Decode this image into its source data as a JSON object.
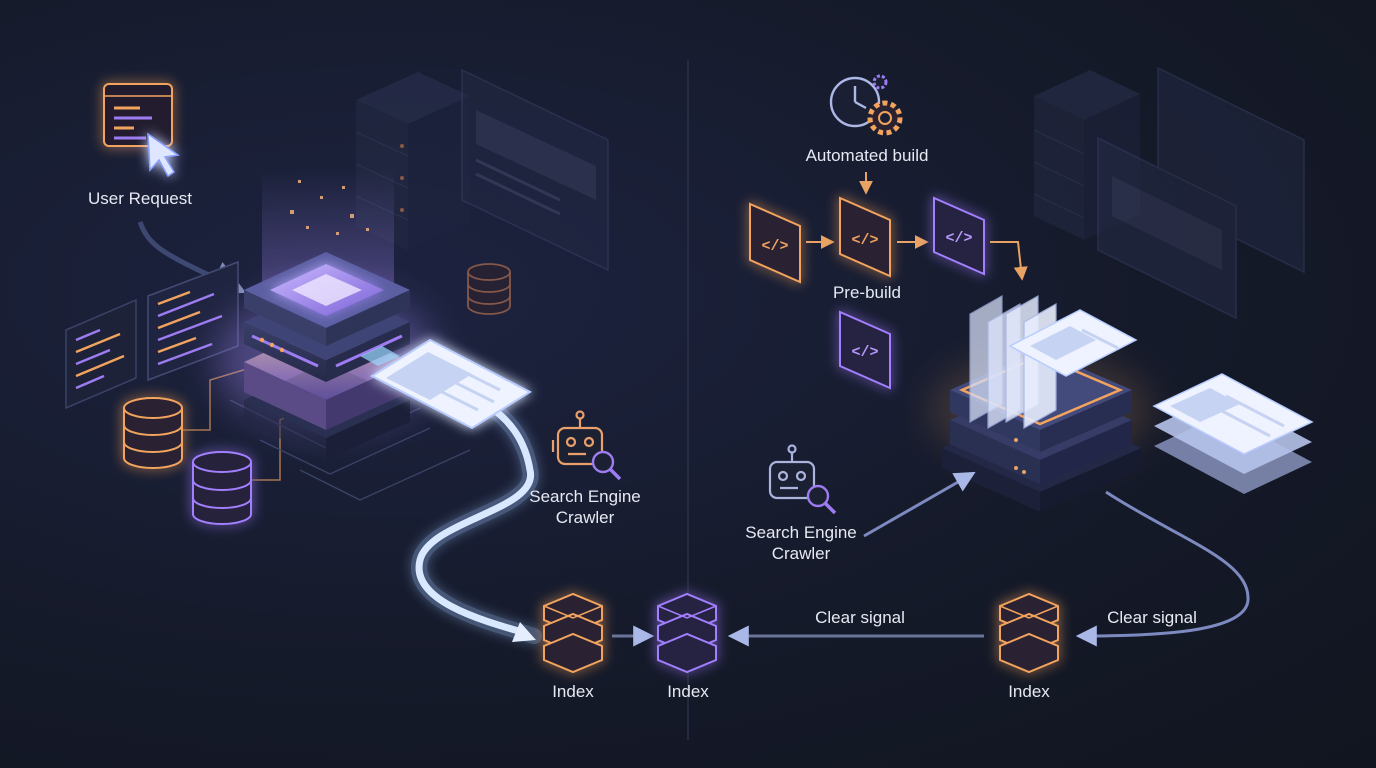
{
  "labels": {
    "user_request": "User Request",
    "crawler_left_1": "Search Engine",
    "crawler_left_2": "Crawler",
    "index_left": "Index",
    "index_middle": "Index",
    "automated_build": "Automated build",
    "pre_build": "Pre-build",
    "crawler_right_1": "Search Engine",
    "crawler_right_2": "Crawler",
    "clear_signal_left": "Clear signal",
    "clear_signal_right": "Clear signal",
    "index_right": "Index"
  },
  "colors": {
    "background": "#151a2a",
    "orange_accent": "#f0a35a",
    "purple_accent": "#9d7cf2",
    "blue_glow": "#9fc6ff",
    "label_text": "#e6e9f2"
  },
  "icons": [
    "cursor-icon",
    "robot-icon",
    "magnifier-icon",
    "clock-icon",
    "gear-icon",
    "code-icon",
    "database-icon",
    "server-icon",
    "webpage-icon"
  ]
}
